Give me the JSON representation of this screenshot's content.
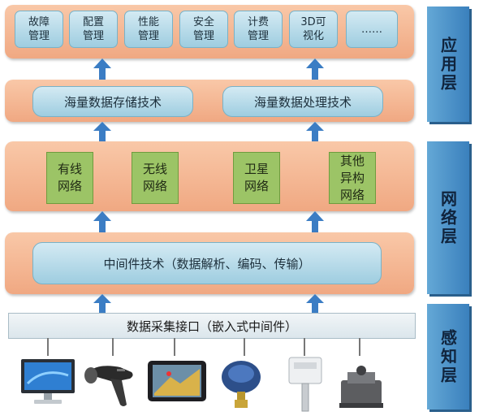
{
  "layers": {
    "application": "应用层",
    "network": "网络层",
    "perception": "感知层"
  },
  "app_modules": [
    [
      "故障",
      "管理"
    ],
    [
      "配置",
      "管理"
    ],
    [
      "性能",
      "管理"
    ],
    [
      "安全",
      "管理"
    ],
    [
      "计费",
      "管理"
    ],
    [
      "3D可",
      "视化"
    ],
    [
      "……",
      ""
    ]
  ],
  "tech": {
    "storage": "海量数据存储技术",
    "processing": "海量数据处理技术"
  },
  "networks": [
    [
      "有线",
      "网络"
    ],
    [
      "无线",
      "网络"
    ],
    [
      "卫星",
      "网络"
    ],
    [
      "其他",
      "异构",
      "网络"
    ]
  ],
  "middleware": "中间件技术（数据解析、编码、传输）",
  "collection": "数据采集接口（嵌入式中间件）",
  "devices": [
    {
      "icon": "computer-icon"
    },
    {
      "icon": "barcode-scanner-icon"
    },
    {
      "icon": "tablet-icon"
    },
    {
      "icon": "sensor-icon"
    },
    {
      "icon": "humidity-sensor-icon"
    },
    {
      "icon": "load-cell-icon"
    }
  ],
  "colors": {
    "layer_band": "#f0a882",
    "module_box": "#9ecde0",
    "network_box": "#9cc466",
    "side_label": "#3a80bd",
    "arrow": "#3b7dc4"
  }
}
